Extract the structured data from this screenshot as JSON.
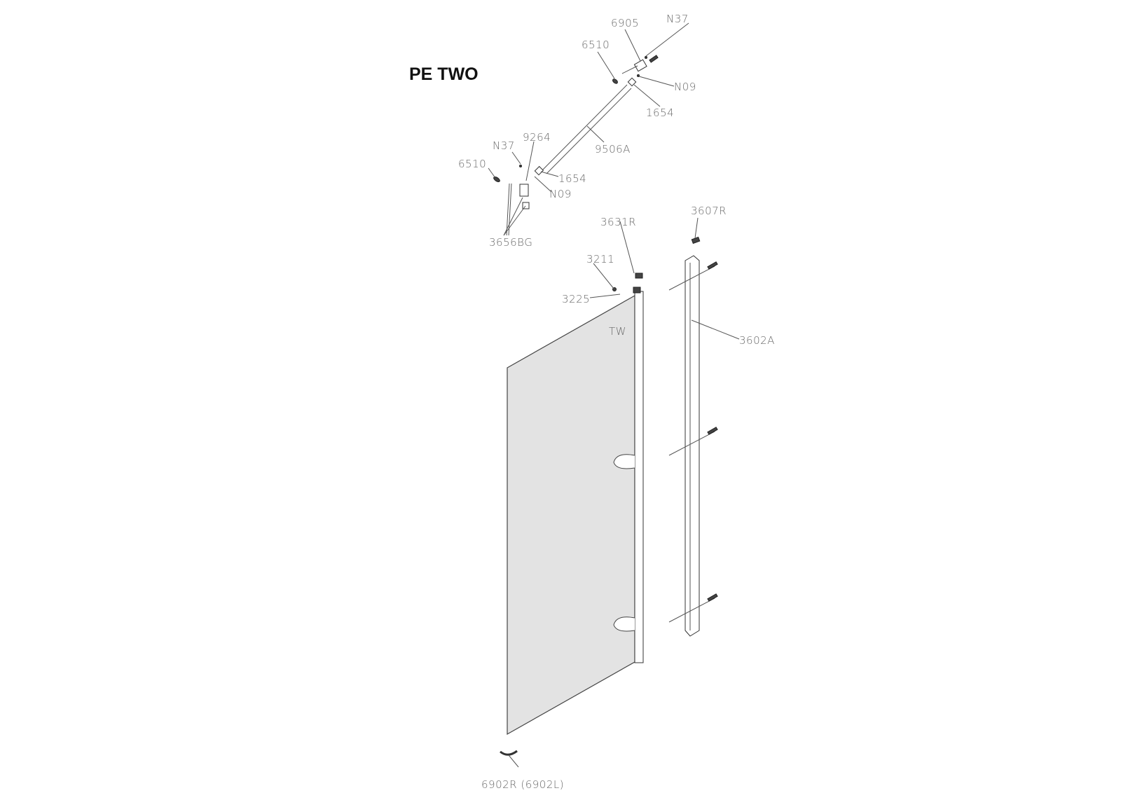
{
  "title": "PE TWO",
  "labels": {
    "n37_top": "N37",
    "p6905": "6905",
    "p6510_top": "6510",
    "n09_top": "N09",
    "p1654_top": "1654",
    "p9506a": "9506A",
    "n37_left": "N37",
    "p9264": "9264",
    "p6510_left": "6510",
    "p1654_left": "1654",
    "n09_left": "N09",
    "p3656bg": "3656BG",
    "p3607r": "3607R",
    "p3631r": "3631R",
    "p3211": "3211",
    "p3225": "3225",
    "tw": "TW",
    "p3602a": "3602A",
    "p6902": "6902R (6902L)"
  },
  "colors": {
    "glass": "#e3e3e3",
    "line": "#555555"
  }
}
